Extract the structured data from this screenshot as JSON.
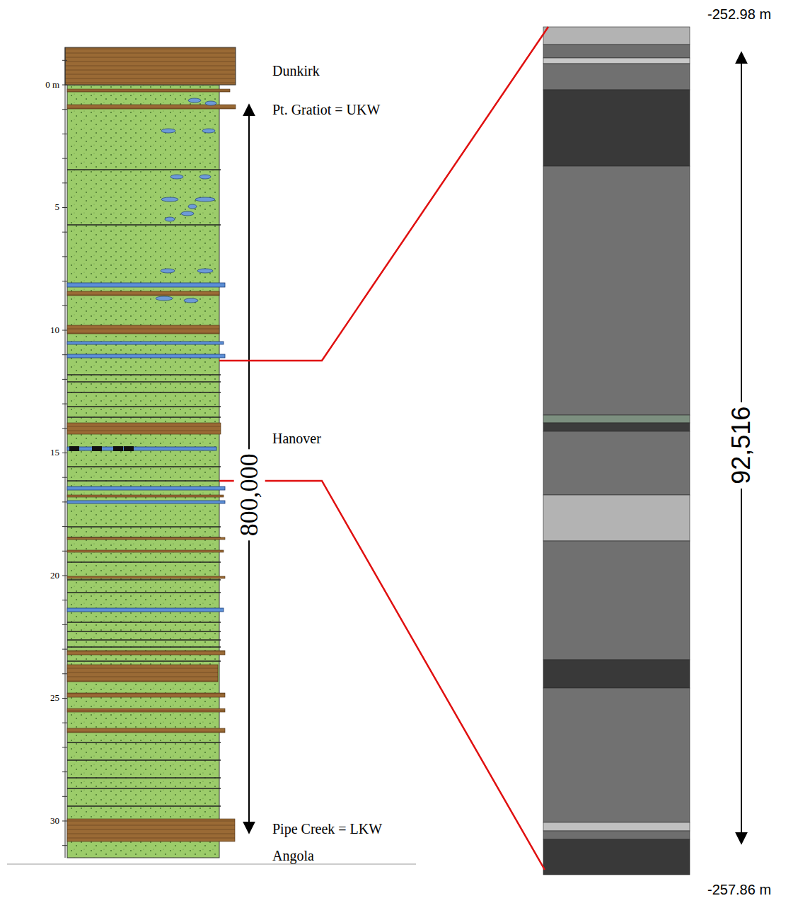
{
  "diagram": {
    "labels": [
      "Dunkirk",
      "Pt. Gratiot = UKW",
      "Hanover",
      "Pipe Creek = LKW",
      "Angola",
      "0 m",
      "5",
      "10",
      "15",
      "20",
      "25",
      "30",
      "800,000",
      "-252.98 m",
      "92,516",
      "-257.86 m"
    ]
  }
}
